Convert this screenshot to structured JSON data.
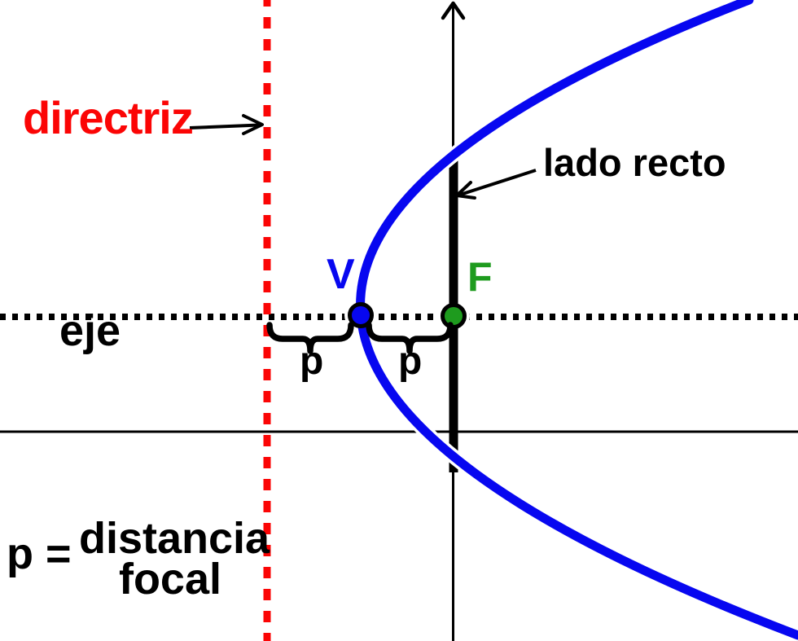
{
  "colors": {
    "red": "#fb0505",
    "blue": "#0707f0",
    "green": "#1e9b1e",
    "ink": "#000000",
    "halo": "#ffffff"
  },
  "labels": {
    "directrix": "directriz",
    "latus_rectum": "lado recto",
    "axis": "eje",
    "vertex": "V",
    "focus": "F",
    "p_left": "p",
    "p_right": "p",
    "equation_lhs": "p =",
    "equation_line1": "distancia",
    "equation_line2": "focal"
  }
}
